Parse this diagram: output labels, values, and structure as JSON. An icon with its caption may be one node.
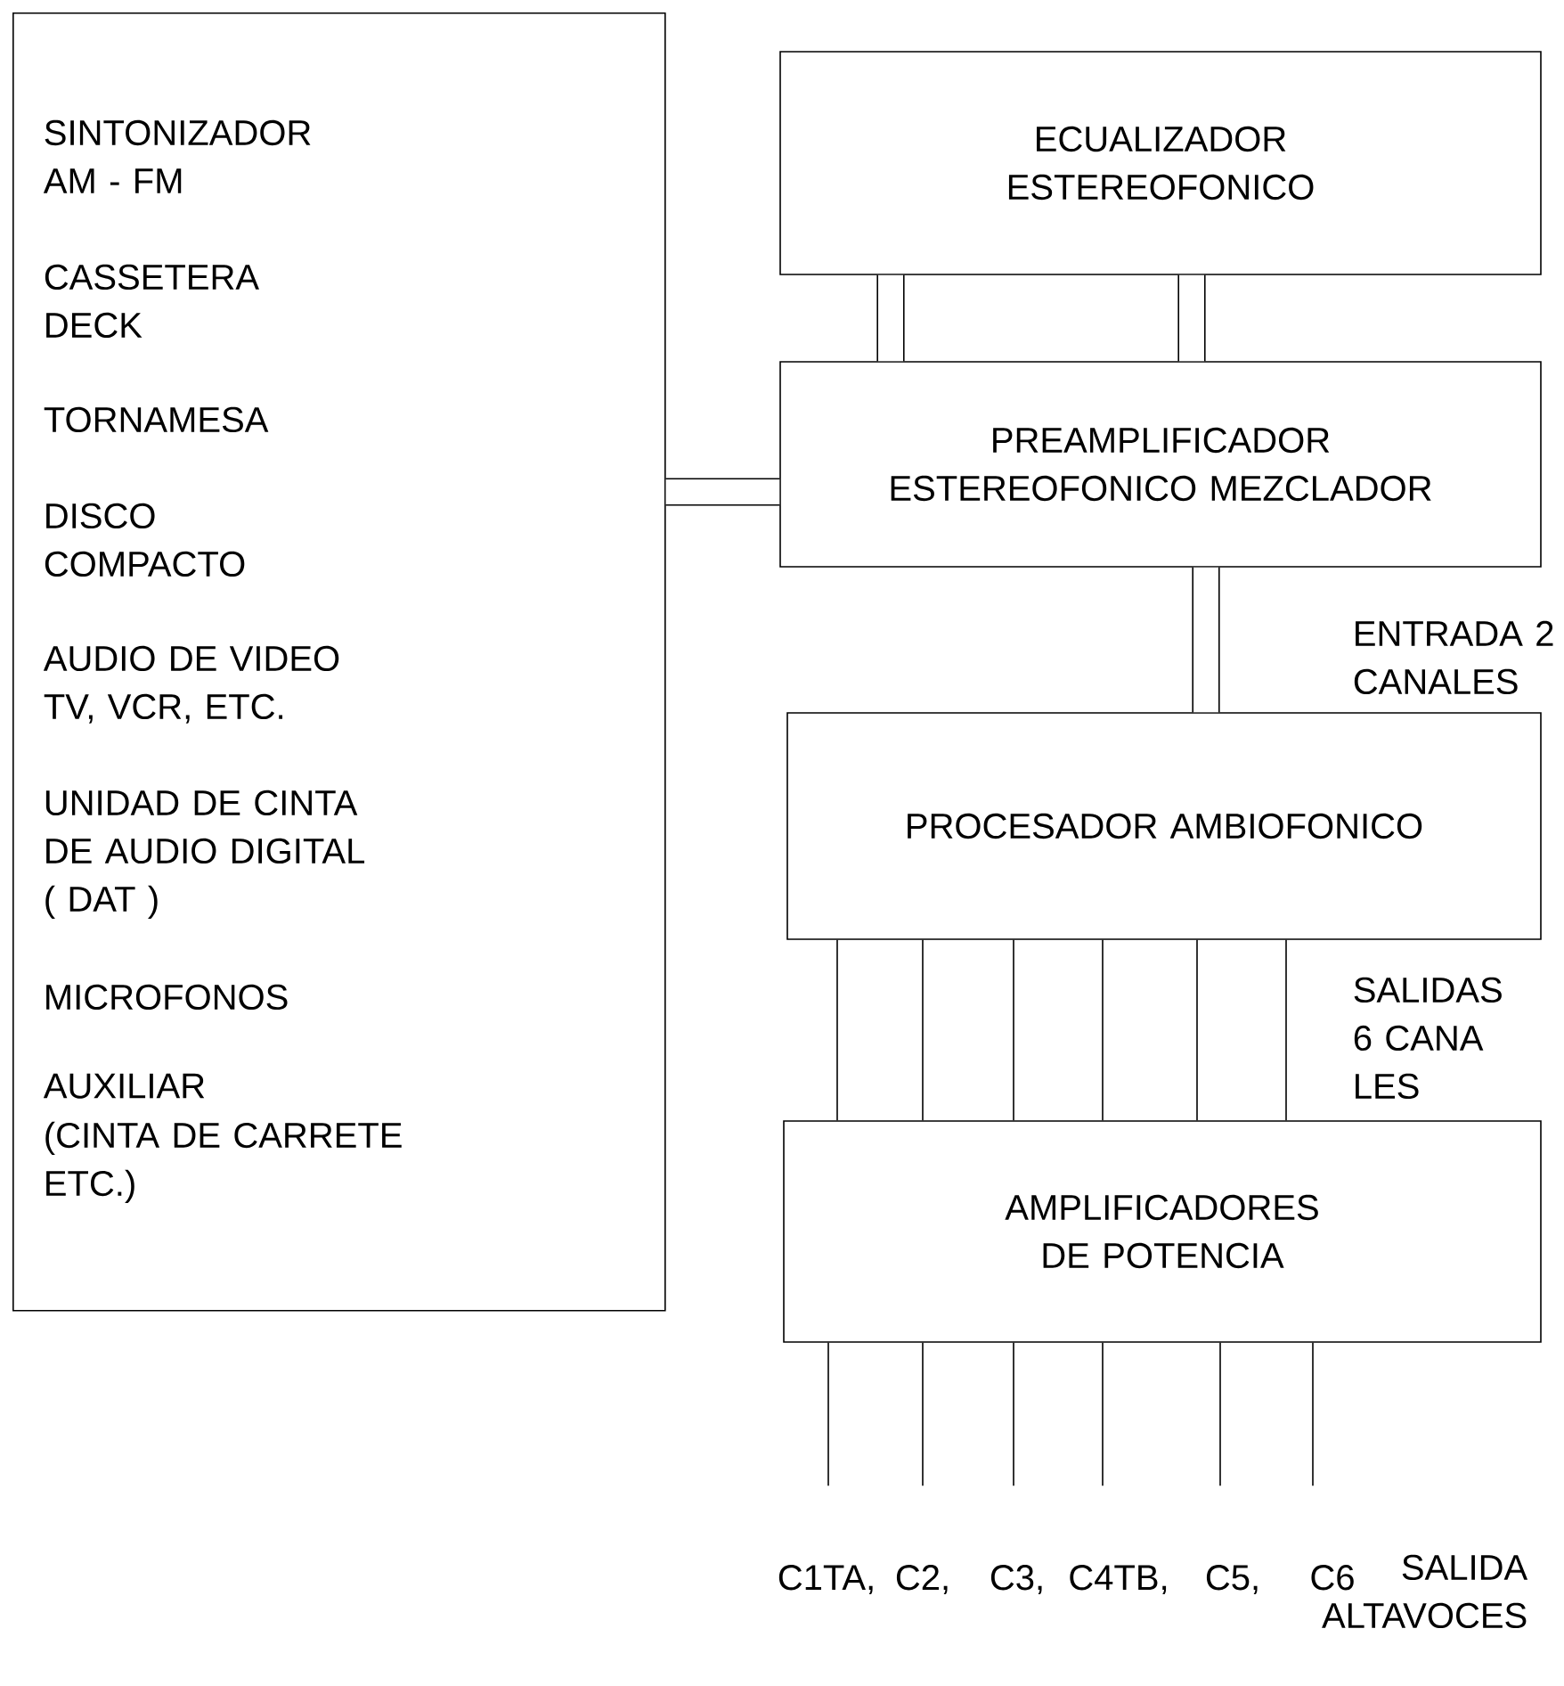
{
  "diagram": {
    "nodes": [
      {
        "text": [
          "SINTONIZADOR AM - FM",
          "CASSETERA DECK",
          "TORNAMESA",
          "DISCO COMPACTO",
          "AUDIO DE VIDEO TV, VCR, ETC.",
          "UNIDAD DE CINTA DE AUDIO DIGITAL ( DAT )",
          "MICROFONOS",
          "AUXILIAR",
          "(CINTA DE CARRETE ETC.)"
        ]
      },
      {
        "text": [
          "ECUALIZADOR ESTEREOFONICO"
        ]
      },
      {
        "text": [
          "PREAMPLIFICADOR ESTEREOFONICO MEZCLADOR"
        ]
      },
      {
        "text": [
          "PROCESADOR AMBIOFONICO"
        ]
      },
      {
        "text": [
          "AMPLIFICADORES DE POTENCIA"
        ]
      },
      {
        "text": [
          "C1TA,"
        ]
      },
      {
        "text": [
          "C2,"
        ]
      },
      {
        "text": [
          "C3,"
        ]
      },
      {
        "text": [
          "C4TB,"
        ]
      },
      {
        "text": [
          "C5,"
        ]
      },
      {
        "text": [
          "C6"
        ]
      }
    ],
    "edges": [
      {
        "from": 0,
        "to": 2,
        "arrow": "none",
        "style": "thick"
      },
      {
        "from": 1,
        "to": 2,
        "arrow": "none",
        "style": "thick"
      },
      {
        "from": 1,
        "to": 2,
        "arrow": "none",
        "style": "thick"
      },
      {
        "from": 2,
        "to": 3,
        "arrow": "none",
        "style": "thick",
        "label": "ENTRADA 2 CANALES"
      },
      {
        "from": 3,
        "to": 4,
        "arrow": "none"
      },
      {
        "from": 3,
        "to": 4,
        "arrow": "none"
      },
      {
        "from": 3,
        "to": 4,
        "arrow": "none"
      },
      {
        "from": 3,
        "to": 4,
        "arrow": "none"
      },
      {
        "from": 3,
        "to": 4,
        "arrow": "none"
      },
      {
        "from": 3,
        "to": 4,
        "arrow": "none"
      },
      {
        "from": 4,
        "to": 5,
        "arrow": "none"
      },
      {
        "from": 4,
        "to": 6,
        "arrow": "none"
      },
      {
        "from": 4,
        "to": 7,
        "arrow": "none"
      },
      {
        "from": 4,
        "to": 8,
        "arrow": "none"
      },
      {
        "from": 4,
        "to": 9,
        "arrow": "none"
      },
      {
        "from": 4,
        "to": 10,
        "arrow": "none"
      }
    ],
    "labels": [
      "SALIDAS 6 CANA LES",
      "SALIDA ALTAVOCES"
    ]
  }
}
